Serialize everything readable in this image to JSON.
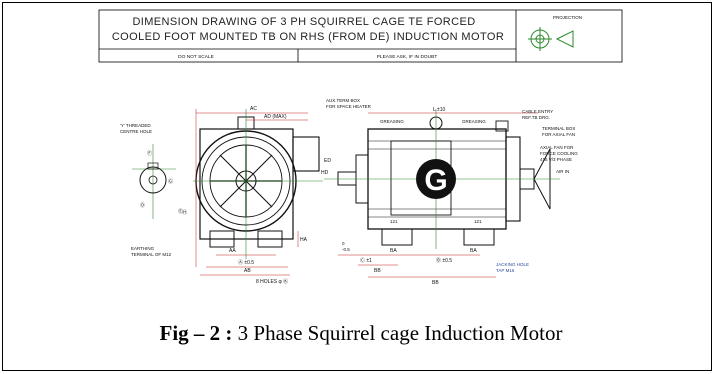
{
  "drawing": {
    "title_line1": "DIMENSION DRAWING OF 3 PH SQUIRREL CAGE TE FORCED",
    "title_line2": "COOLED FOOT MOUNTED TB ON RHS (FROM DE) INDUCTION MOTOR",
    "projection_label": "PROJECTION",
    "note_left": "DO NOT SCALE",
    "note_right": "PLEASE ASK, IF IN DOUBT",
    "labels": {
      "threaded_hole_1": "'Y' THREADED",
      "threaded_hole_2": "CENTRE HOLE",
      "earthing_1": "EARTHING",
      "earthing_2": "TERMINAL OF M12",
      "aux_box_1": "AUX.TERM BOX",
      "aux_box_2": "FOR SPACE HEATER",
      "ac": "AC",
      "ad": "AD (MAX)",
      "aa": "AA",
      "a": "Ⓐ ±0.5",
      "ab": "AB",
      "holes": "8 HOLES φ Ⓚ",
      "ha": "HA",
      "hd": "HD",
      "ed": "ED",
      "l": "L ±10",
      "greasing_left": "GREASING",
      "greasing_right": "GREASING",
      "cable_entry_1": "CABLE ENTRY",
      "cable_entry_2": "REF.TB DRG.",
      "term_box_1": "TERMINAL BOX",
      "term_box_2": "FOR AXIAL FAN",
      "axial_fan_1": "AXIAL FAN FOR",
      "axial_fan_2": "FORCE COOLING",
      "axial_fan_3": "415 V/3 PHASE",
      "air_in": "AIR IN",
      "c": "Ⓒ ±1",
      "b": "Ⓑ ±0.5",
      "ba_left": "BA",
      "ba_right": "BA",
      "bb": "BB",
      "bb_small": "BB",
      "dim_121_left": "121",
      "dim_121_right": "121",
      "h": "Ⓗ",
      "zero": "0",
      "minus": "-0.5",
      "d": "Ⓓ",
      "f": "Ⓕ",
      "g": "Ⓖ",
      "e": "Ⓔ",
      "jacking_1": "JACKING HOLE",
      "jacking_2": "TAP M16"
    }
  },
  "caption": {
    "label": "Fig – 2 :",
    "text": " 3 Phase Squirrel cage Induction Motor"
  }
}
